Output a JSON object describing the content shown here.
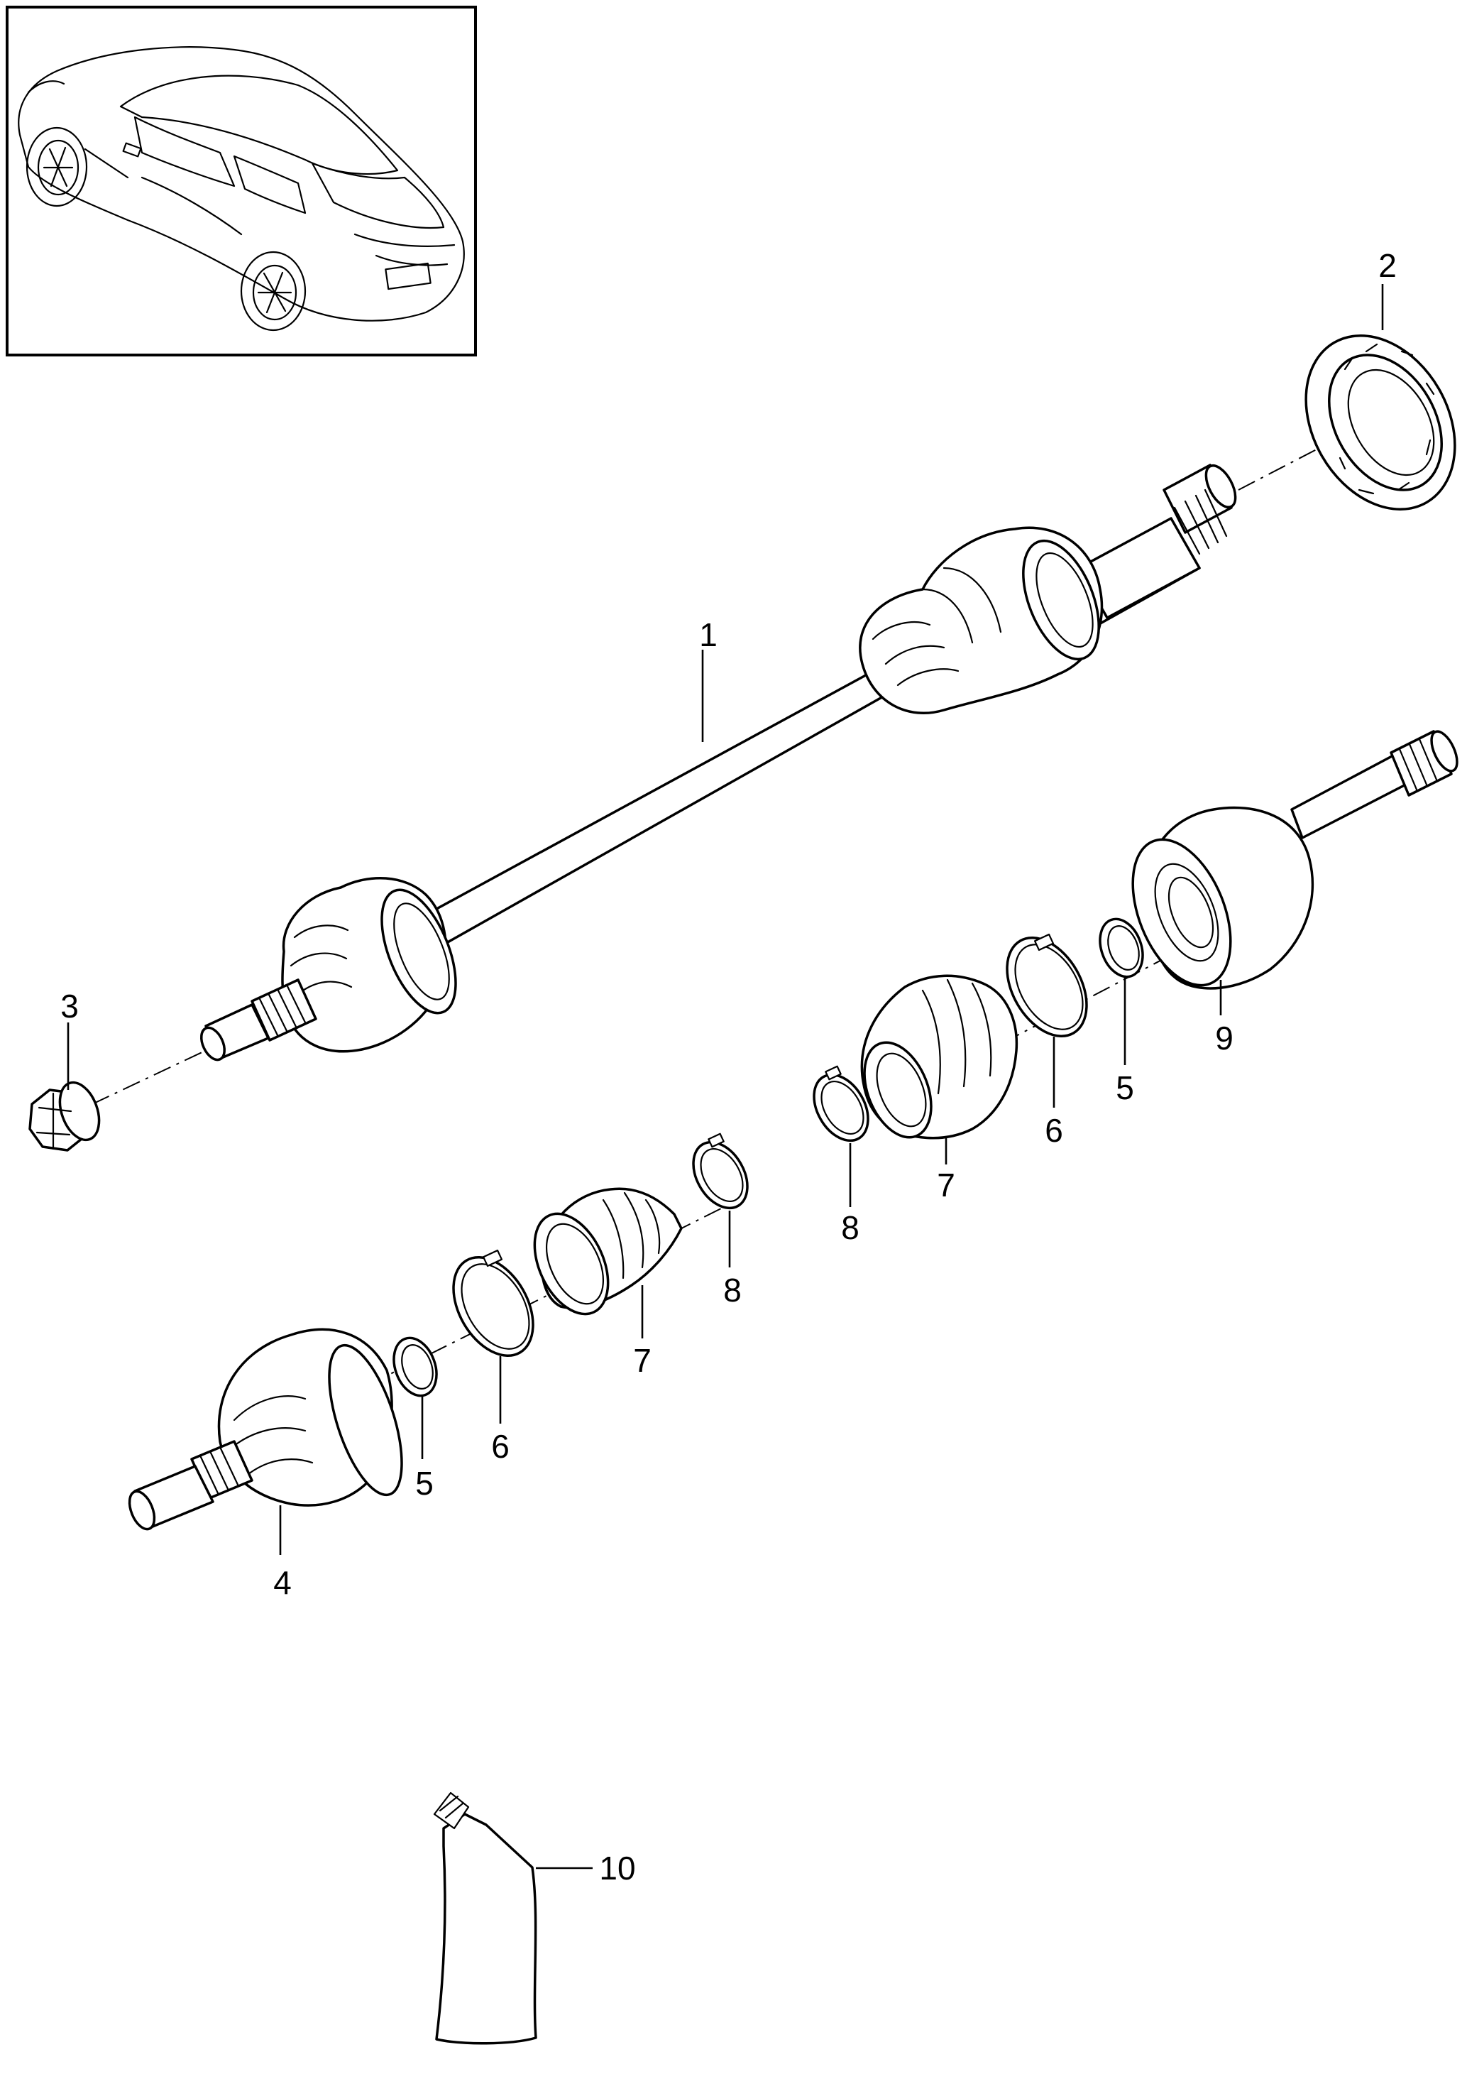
{
  "callouts": {
    "c1": "1",
    "c2": "2",
    "c3": "3",
    "c4": "4",
    "c5a": "5",
    "c5b": "5",
    "c6a": "6",
    "c6b": "6",
    "c7a": "7",
    "c7b": "7",
    "c8a": "8",
    "c8b": "8",
    "c9": "9",
    "c10": "10"
  }
}
